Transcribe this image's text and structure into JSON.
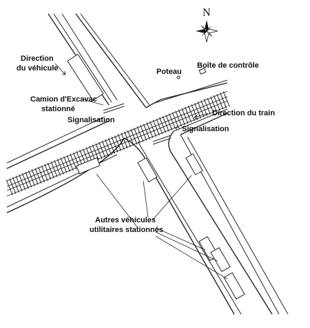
{
  "compass": {
    "north_label": "N"
  },
  "labels": {
    "vehicle_direction_1": "Direction",
    "vehicle_direction_2": "du véhicule",
    "truck_1": "Camion d'Excavac",
    "truck_2": "stationné",
    "signal_left": "Signalisation",
    "pole": "Poteau",
    "control_box": "Boîte de contrôle",
    "train_direction": "Direction du train",
    "signal_right": "Signalisation",
    "other_vehicles_1": "Autres véhicules",
    "other_vehicles_2": "utilitaires stationnés"
  }
}
